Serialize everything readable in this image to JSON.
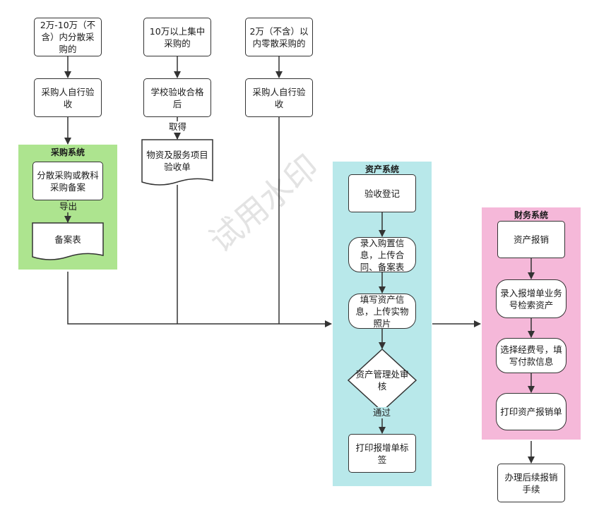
{
  "lanes": {
    "procurement": {
      "title": "采购系统",
      "color": "#ade48f"
    },
    "asset": {
      "title": "资产系统",
      "color": "#b8e8ea"
    },
    "finance": {
      "title": "财务系统",
      "color": "#f5b8d9"
    }
  },
  "nodes": {
    "small_decentral": "2万-10万（不含）内分散采购的",
    "central_over_100k": "10万以上集中采购的",
    "under_20k": "2万（不含）以内零散采购的",
    "buyer_accept_1": "采购人自行验收",
    "school_accept": "学校验收合格后",
    "buyer_accept_2": "采购人自行验收",
    "decentral_record": "分散采购或教科采购备案",
    "record_sheet": "备案表",
    "acceptance_sheet": "物资及服务项目验收单",
    "accept_register": "验收登记",
    "enter_purchase": "录入购置信息，上传合同、备案表",
    "fill_asset": "填写资产信息，上传实物照片",
    "asset_review": "资产管理处审核",
    "print_label": "打印报增单标签",
    "asset_reimburse": "资产报销",
    "enter_reimburse_no": "录入报增单业务号检索资产",
    "select_fund": "选择经费号，填写付款信息",
    "print_reimburse": "打印资产报销单",
    "followup": "办理后续报销手续"
  },
  "edge_labels": {
    "obtain": "取得",
    "export": "导出",
    "pass": "通过"
  },
  "watermark": "试用水印"
}
